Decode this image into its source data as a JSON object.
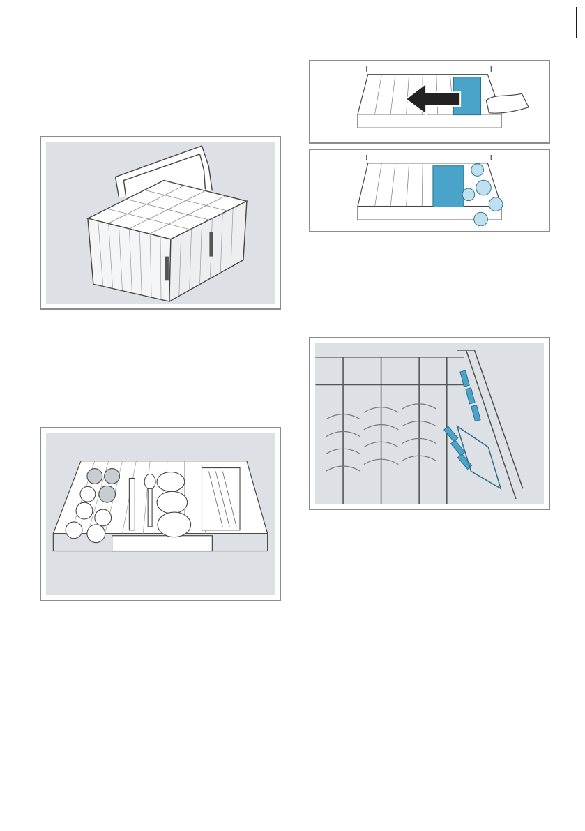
{
  "page": {
    "figures": [
      {
        "id": "cutlery-basket",
        "icon": "cutlery-basket-icon"
      },
      {
        "id": "slide-cutlery-drawer",
        "icon": "arrow-left-icon"
      },
      {
        "id": "cutlery-drawer-with-glasses",
        "icon": "wine-glass-icon"
      },
      {
        "id": "loaded-upper-rack",
        "icon": "dish-rack-icon"
      },
      {
        "id": "folding-tine-rack",
        "icon": "folding-tines-icon"
      }
    ]
  },
  "colors": {
    "frame_border": "#8a8d90",
    "panel_bg": "#dde1e6",
    "accent_blue": "#4aa3c8",
    "line": "#333333"
  }
}
